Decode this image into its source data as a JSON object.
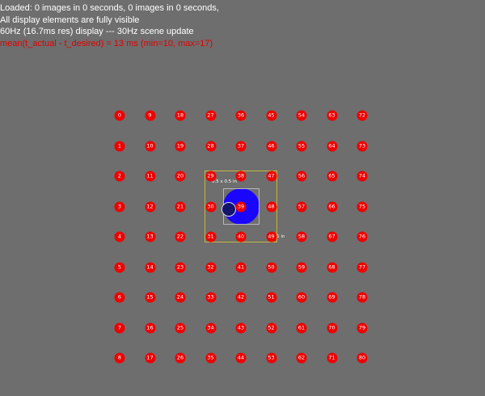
{
  "status": {
    "loaded": "Loaded: 0 images in 0 seconds, 0 images in 0 seconds,",
    "visibility": "All display elements are fully visible",
    "refresh": "60Hz (16.7ms res) display --- 30Hz scene update",
    "timing": "mean(t_actual - t_desired) = 13 ms (min=10, max=17)"
  },
  "grid": {
    "labels": [
      "0",
      "1",
      "2",
      "3",
      "4",
      "5",
      "6",
      "7",
      "8",
      "9",
      "10",
      "11",
      "12",
      "13",
      "14",
      "15",
      "16",
      "17",
      "18",
      "19",
      "20",
      "21",
      "22",
      "23",
      "24",
      "25",
      "26",
      "27",
      "28",
      "29",
      "30",
      "31",
      "32",
      "33",
      "34",
      "35",
      "36",
      "37",
      "38",
      "39",
      "40",
      "41",
      "42",
      "43",
      "44",
      "45",
      "46",
      "47",
      "48",
      "49",
      "50",
      "51",
      "52",
      "53",
      "54",
      "55",
      "56",
      "57",
      "58",
      "59",
      "60",
      "61",
      "62",
      "63",
      "64",
      "65",
      "66",
      "67",
      "68",
      "69",
      "70",
      "71",
      "72",
      "73",
      "74",
      "75",
      "76",
      "77",
      "78",
      "79",
      "80"
    ]
  },
  "stimulus": {
    "inner_label": "0.5 x 0.5 in",
    "outer_label": "1 x 1 in"
  },
  "colors": {
    "background": "#6e6e6e",
    "marker": "#ee0000",
    "stimulus_disc": "#1a05ff",
    "warning_text": "#e00000",
    "outer_frame": "#c7b43a"
  }
}
